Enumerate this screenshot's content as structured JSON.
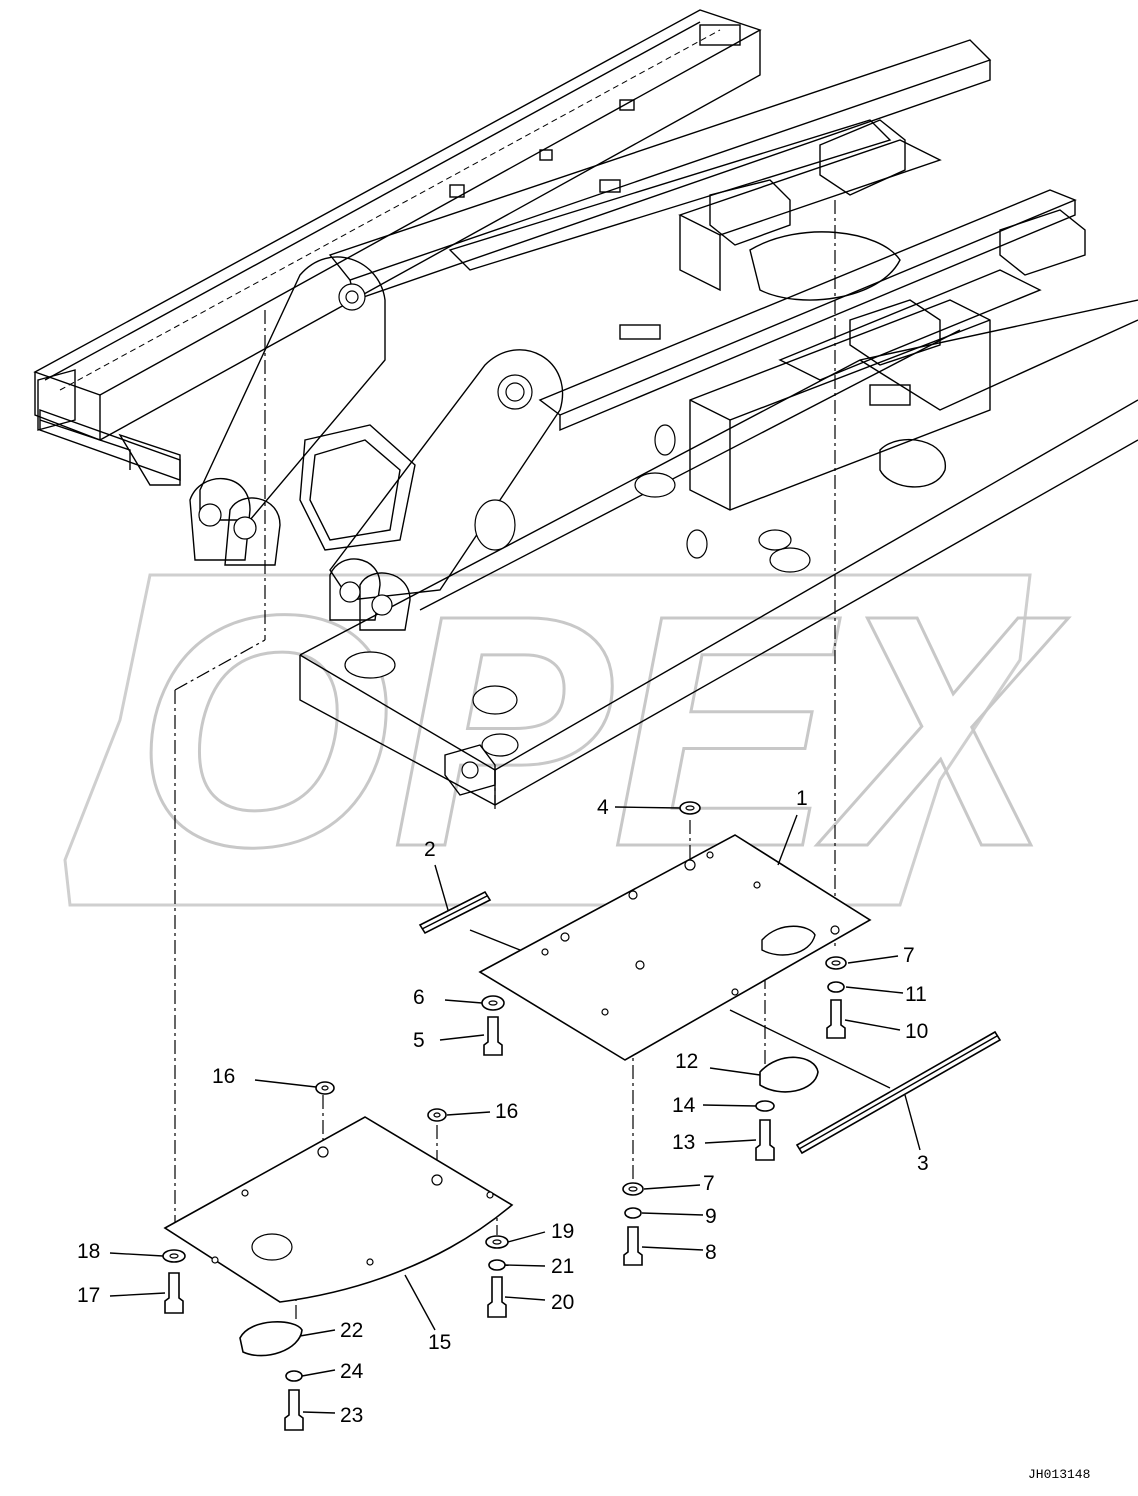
{
  "watermark": "OPEX",
  "drawing_code": "JH013148",
  "callouts": [
    {
      "id": "c1",
      "text": "1"
    },
    {
      "id": "c2",
      "text": "2"
    },
    {
      "id": "c3",
      "text": "3"
    },
    {
      "id": "c4",
      "text": "4"
    },
    {
      "id": "c5",
      "text": "5"
    },
    {
      "id": "c6",
      "text": "6"
    },
    {
      "id": "c7a",
      "text": "7"
    },
    {
      "id": "c7b",
      "text": "7"
    },
    {
      "id": "c8",
      "text": "8"
    },
    {
      "id": "c9",
      "text": "9"
    },
    {
      "id": "c10",
      "text": "10"
    },
    {
      "id": "c11",
      "text": "11"
    },
    {
      "id": "c12",
      "text": "12"
    },
    {
      "id": "c13",
      "text": "13"
    },
    {
      "id": "c14",
      "text": "14"
    },
    {
      "id": "c15",
      "text": "15"
    },
    {
      "id": "c16a",
      "text": "16"
    },
    {
      "id": "c16b",
      "text": "16"
    },
    {
      "id": "c17",
      "text": "17"
    },
    {
      "id": "c18",
      "text": "18"
    },
    {
      "id": "c19",
      "text": "19"
    },
    {
      "id": "c20",
      "text": "20"
    },
    {
      "id": "c21",
      "text": "21"
    },
    {
      "id": "c22",
      "text": "22"
    },
    {
      "id": "c23",
      "text": "23"
    },
    {
      "id": "c24",
      "text": "24"
    }
  ]
}
